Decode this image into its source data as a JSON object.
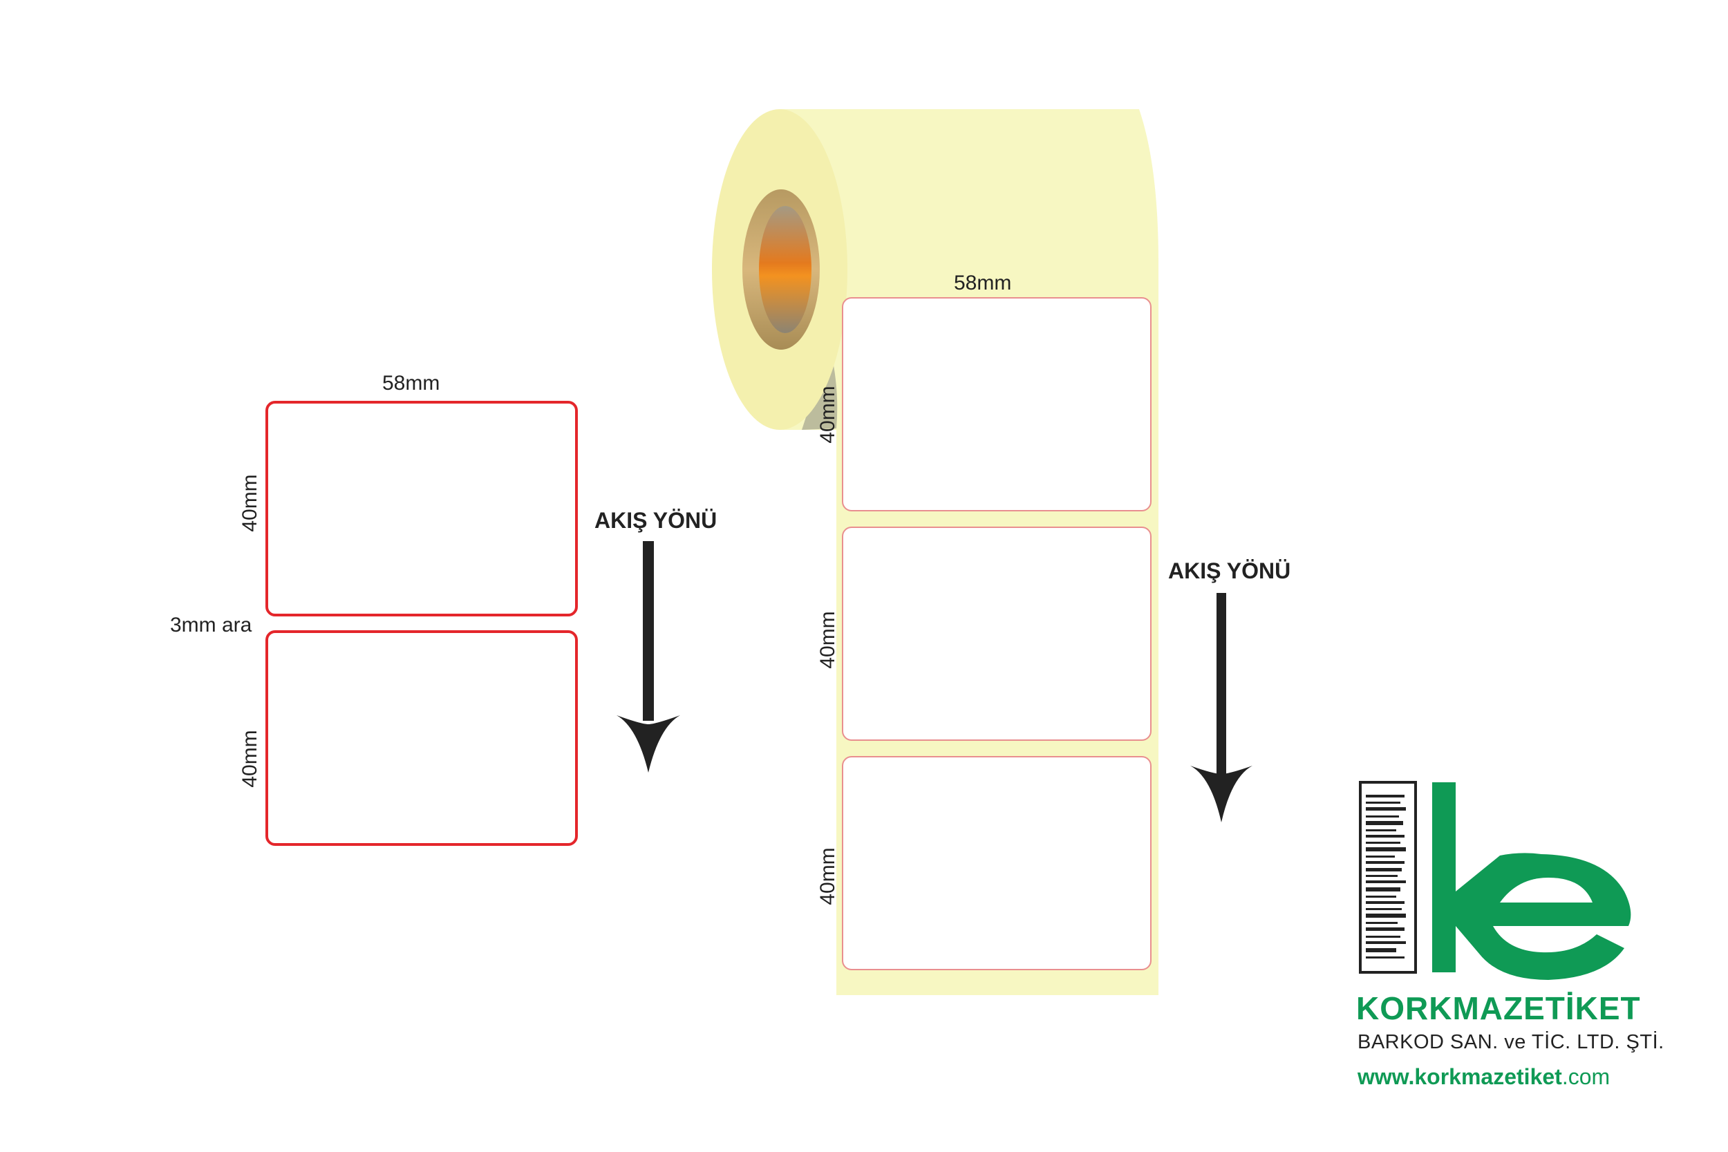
{
  "left_layout": {
    "width_label": "58mm",
    "height_label_top": "40mm",
    "gap_label": "3mm ara",
    "height_label_bottom": "40mm",
    "flow_label": "AKIŞ YÖNÜ"
  },
  "roll_layout": {
    "width_label": "58mm",
    "height_labels": [
      "40mm",
      "40mm",
      "40mm"
    ],
    "flow_label": "AKIŞ YÖNÜ"
  },
  "brand": {
    "name_part1": "KORKMAZ",
    "name_part2": "ETİKET",
    "subtitle": "BARKOD SAN. ve TİC. LTD. ŞTİ.",
    "url_prefix": "www.",
    "url_name": "korkmazetiket",
    "url_suffix": ".com",
    "logo_letters": "ke"
  },
  "colors": {
    "label_border": "#e4262b",
    "roll_paper": "#f7f7c2",
    "roll_core": "#d2a86a",
    "roll_core_center": "#f39220",
    "brand_green": "#0f9a55",
    "arrow": "#222222"
  }
}
